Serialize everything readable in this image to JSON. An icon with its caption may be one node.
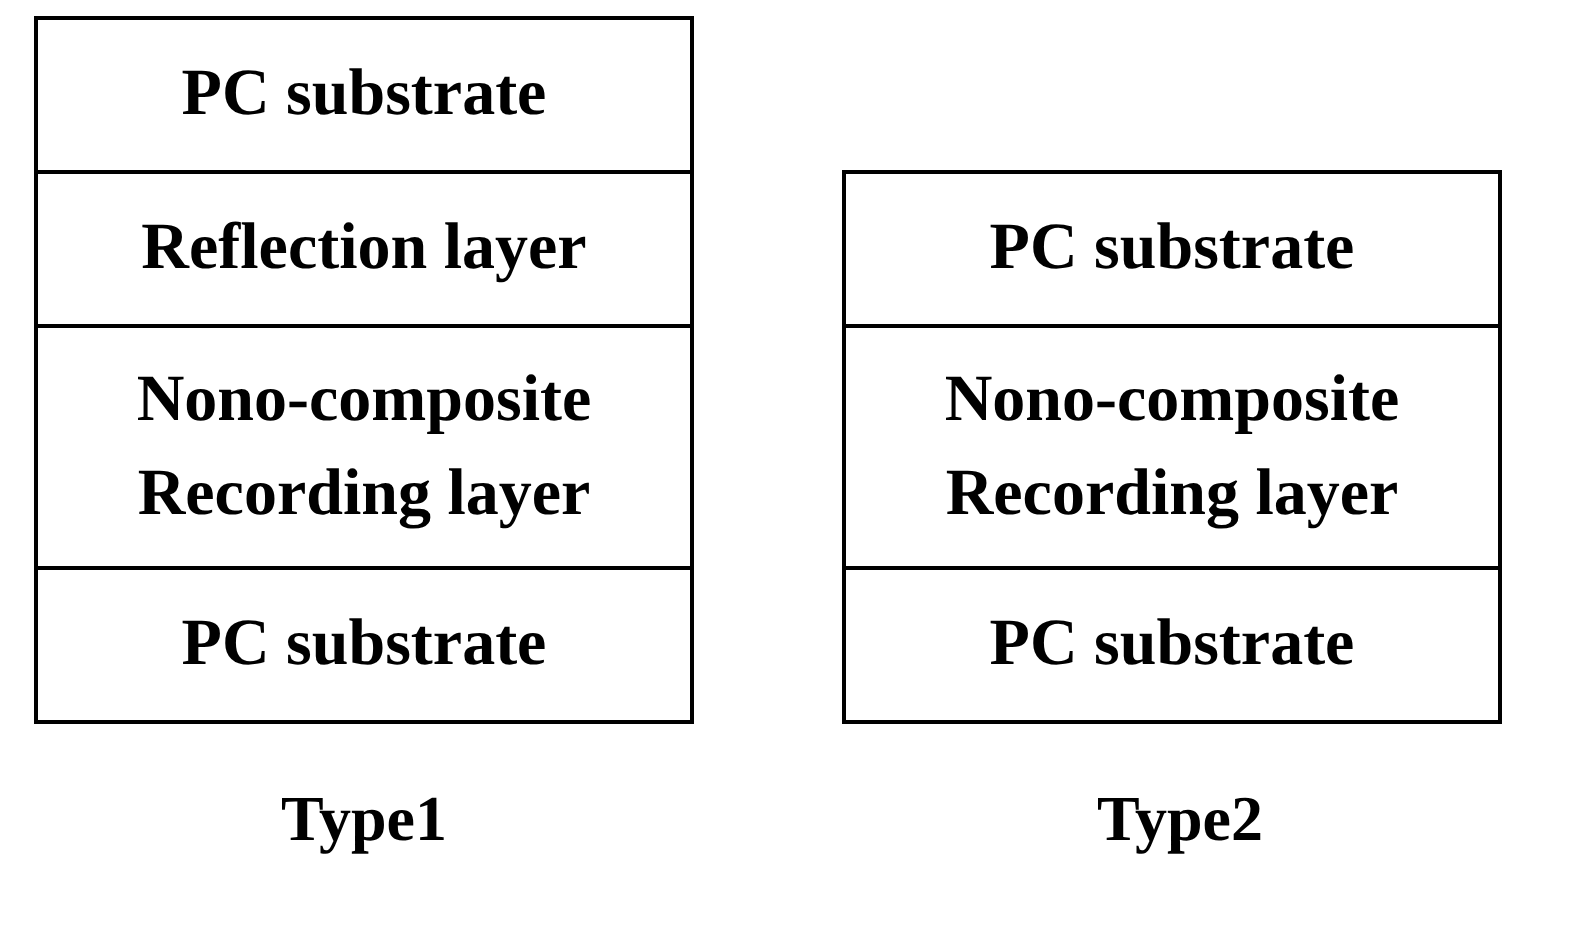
{
  "diagram": {
    "nodes": [
      {
        "text": [
          "PC substrate"
        ]
      },
      {
        "text": [
          "Reflection layer"
        ]
      },
      {
        "text": [
          "Nono-composite Recording layer"
        ]
      },
      {
        "text": [
          "PC substrate"
        ]
      },
      {
        "text": [
          "PC substrate"
        ]
      },
      {
        "text": [
          "Nono-composite Recording layer"
        ]
      },
      {
        "text": [
          "PC substrate"
        ]
      }
    ],
    "edges": [],
    "labels": [
      "Type1",
      "Type2"
    ]
  }
}
